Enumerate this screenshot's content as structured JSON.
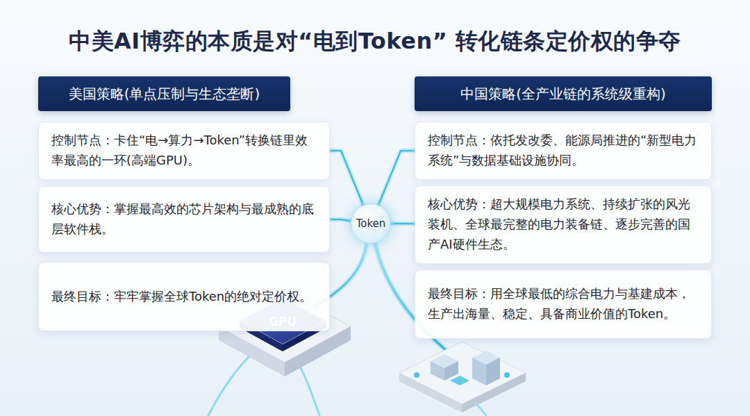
{
  "diagram": {
    "title": "中美AI博弈的本质是对“电到Token” 转化链条定价权的争夺",
    "nodes": [
      {
        "text": [
          "美国策略(单点压制与生态垄断)"
        ]
      },
      {
        "text": [
          "控制节点：卡住“电→算力→Token”转换链里效率最高的一环(高端GPU)。"
        ]
      },
      {
        "text": [
          "核心优势：掌握最高效的芯片架构与最成熟的底层软件栈。"
        ]
      },
      {
        "text": [
          "最终目标：牢牢掌握全球Token的绝对定价权。"
        ]
      },
      {
        "text": [
          "Token"
        ]
      },
      {
        "text": [
          "中国策略(全产业链的系统级重构)"
        ]
      },
      {
        "text": [
          "控制节点：依托发改委、能源局推进的“新型电力系统”与数据基础设施协同。"
        ]
      },
      {
        "text": [
          "核心优势：超大规模电力系统、持续扩张的风光装机、全球最完整的电力装备链、逐步完善的国产AI硬件生态。"
        ]
      },
      {
        "text": [
          "最终目标：用全球最低的综合电力与基建成本，生产出海量、稳定、具备商业价值的Token。"
        ]
      }
    ],
    "edges": [
      {
        "from": 4,
        "to": 1,
        "arrow": "none"
      },
      {
        "from": 4,
        "to": 2,
        "arrow": "none"
      },
      {
        "from": 4,
        "to": 6,
        "arrow": "none"
      },
      {
        "from": 4,
        "to": 7,
        "arrow": "none"
      }
    ],
    "labels": [
      "GPU"
    ]
  }
}
